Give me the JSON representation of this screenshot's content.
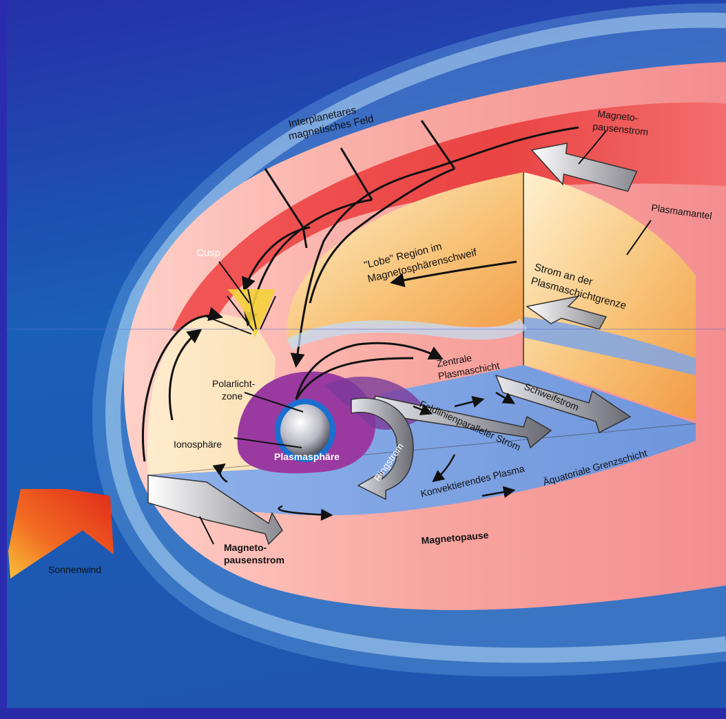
{
  "diagram": {
    "labels": {
      "interplanetary_field_1": "Interplanetares",
      "interplanetary_field_2": "magnetisches Feld",
      "magnetopause_current_top_1": "Magneto-",
      "magnetopause_current_top_2": "pausenstrom",
      "plasma_mantle": "Plasmamantel",
      "cusp": "Cusp",
      "lobe_region_1": "\"Lobe\" Region im",
      "lobe_region_2": "Magnetosphärenschweif",
      "boundary_current_1": "Strom an der",
      "boundary_current_2": "Plasmaschichtgrenze",
      "central_plasma_sheet_1": "Zentrale",
      "central_plasma_sheet_2": "Plasmaschicht",
      "auroral_zone_1": "Polarlicht-",
      "auroral_zone_2": "zone",
      "tail_current": "Schweifstrom",
      "field_aligned_current": "Feldlinienparalleler Strom",
      "ionosphere": "Ionosphäre",
      "plasmasphere": "Plasmasphäre",
      "ring_current": "Ringstrom",
      "convecting_plasma": "Konvektierendes Plasma",
      "equatorial_boundary_layer": "Äquatoriale Grenzschicht",
      "magnetopause": "Magnetopause",
      "magnetopause_current_bottom_1": "Magneto-",
      "magnetopause_current_bottom_2": "pausenstrom",
      "solar_wind": "Sonnenwind"
    },
    "colors": {
      "background_top": "#1f2ea0",
      "background_mid": "#1b6fc0",
      "bow_shock_glow": "#9cc9ee",
      "magnetosheath": "#f7a4a0",
      "magnetosheath_edge": "#e84a4a",
      "lobe": "#f4b060",
      "lobe_light": "#fbe2b0",
      "plasma_sheet_blue": "#7fa6e6",
      "plasmasphere": "#9a3aa0",
      "earth_ring": "#1a6fd0",
      "solar_wind_arrow": "#f04020"
    }
  }
}
